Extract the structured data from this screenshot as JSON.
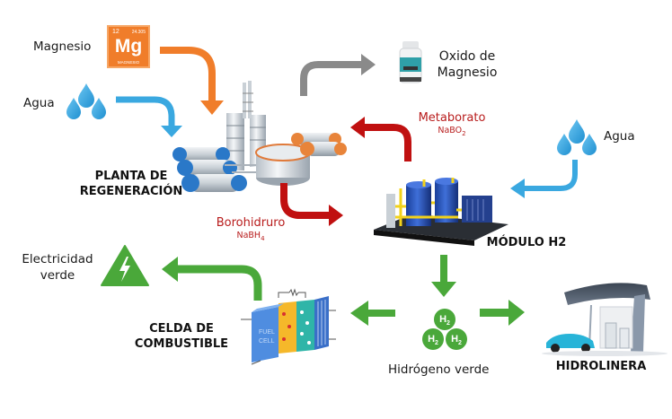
{
  "inputs": {
    "magnesio": {
      "label": "Magnesio",
      "tile": {
        "number": "12",
        "mass": "24.305",
        "symbol": "Mg",
        "name": "MAGNESIO"
      }
    },
    "agua_left": {
      "label": "Agua"
    },
    "agua_right": {
      "label": "Agua"
    }
  },
  "outputs": {
    "oxido": {
      "label_line1": "Oxido de",
      "label_line2": "Magnesio"
    },
    "electricidad": {
      "label_line1": "Electricidad",
      "label_line2": "verde"
    },
    "hidrogeno": {
      "label": "Hidrógeno verde",
      "molecule": [
        "H2",
        "H2",
        "H2"
      ]
    }
  },
  "nodes": {
    "planta": {
      "line1": "PLANTA DE",
      "line2": "REGENERACIÓN"
    },
    "modulo": {
      "line1": "MÓDULO H2"
    },
    "celda": {
      "line1": "CELDA DE",
      "line2": "COMBUSTIBLE",
      "stack_text_1": "FUEL",
      "stack_text_2": "CELL"
    },
    "hidrolinera": {
      "line1": "HIDROLINERA"
    }
  },
  "flows": {
    "metaborato": {
      "name": "Metaborato",
      "formula": "NaBO",
      "subscript": "2"
    },
    "borohidruro": {
      "name": "Borohidruro",
      "formula": "NaBH",
      "subscript": "4"
    }
  },
  "colors": {
    "orange": "#f07d2a",
    "blue": "#3aa8e0",
    "gray": "#8a8a8a",
    "red": "#c01010",
    "green": "#4aa83a",
    "chem_text": "#b81c1c"
  }
}
